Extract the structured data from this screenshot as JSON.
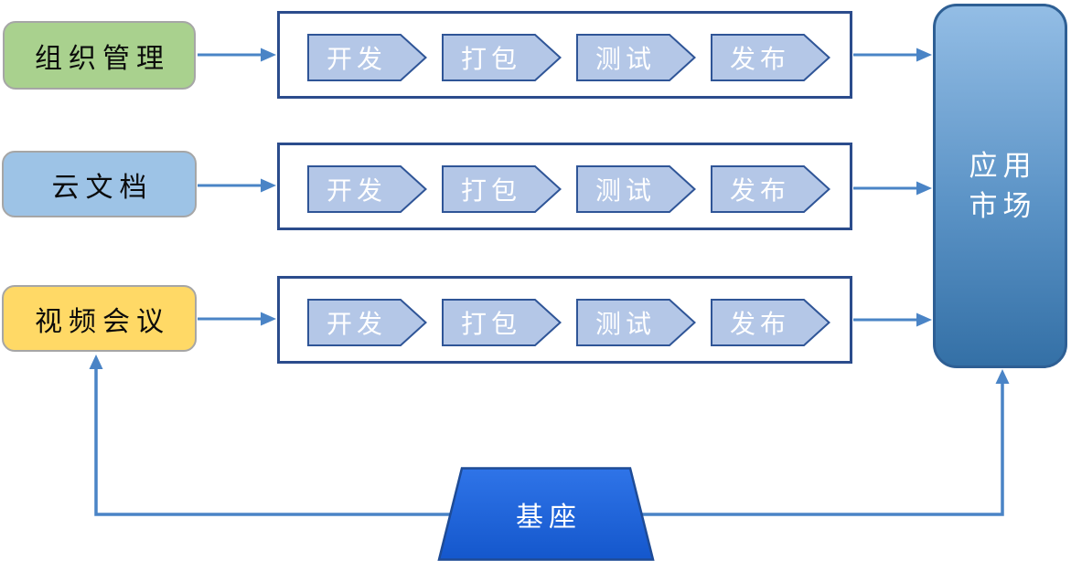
{
  "diagram_title": "plugin-release-pipeline-diagram",
  "sources": [
    {
      "label": "组织管理",
      "fill": "#A9D18E"
    },
    {
      "label": "云文档",
      "fill": "#9DC3E6"
    },
    {
      "label": "视频会议",
      "fill": "#FFD966"
    }
  ],
  "pipelines": [
    {
      "stages": [
        "开发",
        "打包",
        "测试",
        "发布"
      ]
    },
    {
      "stages": [
        "开发",
        "打包",
        "测试",
        "发布"
      ]
    },
    {
      "stages": [
        "开发",
        "打包",
        "测试",
        "发布"
      ]
    }
  ],
  "market": {
    "lines": [
      "应用",
      "市场"
    ]
  },
  "base": {
    "label": "基座"
  },
  "colors": {
    "arrow": "#4A84C6",
    "pipeline_border": "#2B4C8C",
    "stage_fill": "#B4C7E7",
    "stage_border": "#2F5597",
    "source_border": "#A6A6A6",
    "market_gradient_top": "#93BDE5",
    "market_gradient_bottom": "#3470A6",
    "market_border": "#2E5F94",
    "base_gradient_top": "#2F74E8",
    "base_gradient_bottom": "#1457CC",
    "base_border": "#1E4B96",
    "background": "#FFFFFF"
  }
}
